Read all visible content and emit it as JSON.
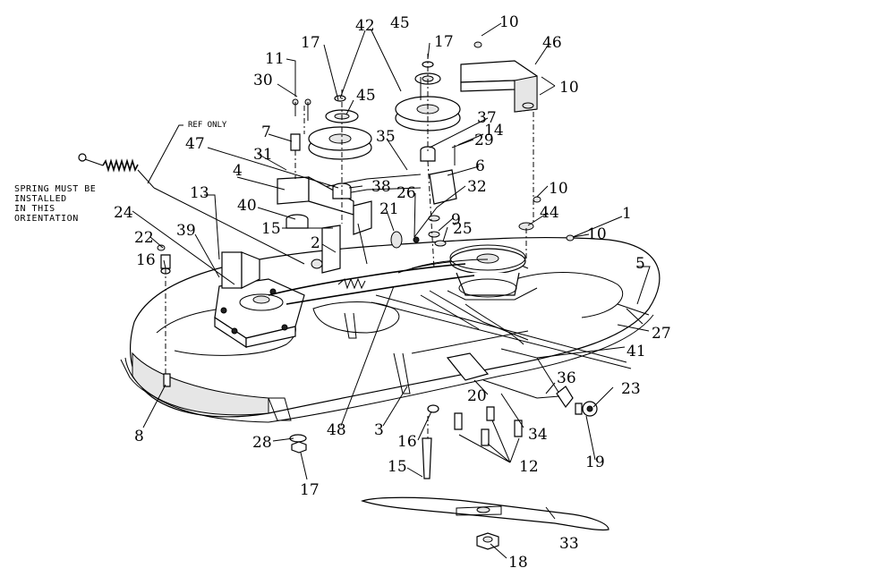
{
  "notes": {
    "spring_line1": "SPRING MUST BE",
    "spring_line2": "INSTALLED",
    "spring_line3": "IN THIS",
    "spring_line4": "ORIENTATION",
    "ref_only": "REF ONLY"
  },
  "callouts": [
    {
      "id": "c1",
      "text": "1"
    },
    {
      "id": "c2",
      "text": "2"
    },
    {
      "id": "c3",
      "text": "3"
    },
    {
      "id": "c4",
      "text": "4"
    },
    {
      "id": "c5",
      "text": "5"
    },
    {
      "id": "c6",
      "text": "6"
    },
    {
      "id": "c7",
      "text": "7"
    },
    {
      "id": "c8",
      "text": "8"
    },
    {
      "id": "c9",
      "text": "9"
    },
    {
      "id": "c10a",
      "text": "10"
    },
    {
      "id": "c10b",
      "text": "10"
    },
    {
      "id": "c10c",
      "text": "10"
    },
    {
      "id": "c10d",
      "text": "10"
    },
    {
      "id": "c11",
      "text": "11"
    },
    {
      "id": "c12",
      "text": "12"
    },
    {
      "id": "c13",
      "text": "13"
    },
    {
      "id": "c14",
      "text": "14"
    },
    {
      "id": "c15a",
      "text": "15"
    },
    {
      "id": "c15b",
      "text": "15"
    },
    {
      "id": "c16a",
      "text": "16"
    },
    {
      "id": "c16b",
      "text": "16"
    },
    {
      "id": "c17a",
      "text": "17"
    },
    {
      "id": "c17b",
      "text": "17"
    },
    {
      "id": "c17c",
      "text": "17"
    },
    {
      "id": "c18",
      "text": "18"
    },
    {
      "id": "c19",
      "text": "19"
    },
    {
      "id": "c20",
      "text": "20"
    },
    {
      "id": "c21",
      "text": "21"
    },
    {
      "id": "c22",
      "text": "22"
    },
    {
      "id": "c23",
      "text": "23"
    },
    {
      "id": "c24",
      "text": "24"
    },
    {
      "id": "c25",
      "text": "25"
    },
    {
      "id": "c26",
      "text": "26"
    },
    {
      "id": "c27",
      "text": "27"
    },
    {
      "id": "c28",
      "text": "28"
    },
    {
      "id": "c29",
      "text": "29"
    },
    {
      "id": "c30",
      "text": "30"
    },
    {
      "id": "c31",
      "text": "31"
    },
    {
      "id": "c32",
      "text": "32"
    },
    {
      "id": "c33",
      "text": "33"
    },
    {
      "id": "c34",
      "text": "34"
    },
    {
      "id": "c35",
      "text": "35"
    },
    {
      "id": "c36",
      "text": "36"
    },
    {
      "id": "c37",
      "text": "37"
    },
    {
      "id": "c38",
      "text": "38"
    },
    {
      "id": "c39",
      "text": "39"
    },
    {
      "id": "c40",
      "text": "40"
    },
    {
      "id": "c41",
      "text": "41"
    },
    {
      "id": "c42",
      "text": "42"
    },
    {
      "id": "c44",
      "text": "44"
    },
    {
      "id": "c45a",
      "text": "45"
    },
    {
      "id": "c45b",
      "text": "45"
    },
    {
      "id": "c46",
      "text": "46"
    },
    {
      "id": "c47",
      "text": "47"
    },
    {
      "id": "c48",
      "text": "48"
    }
  ]
}
